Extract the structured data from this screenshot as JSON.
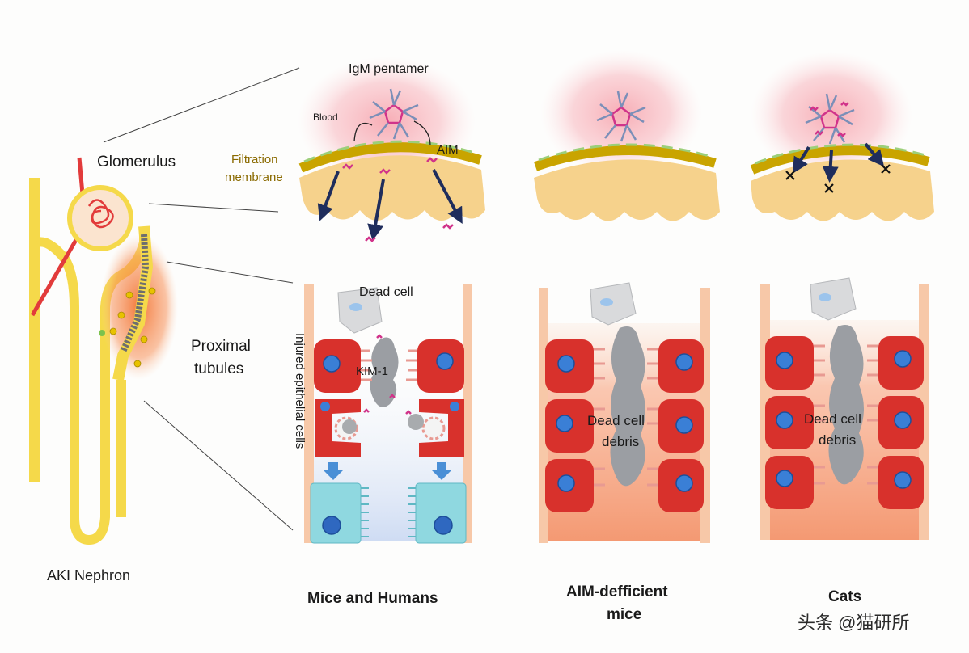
{
  "labels": {
    "glomerulus": "Glomerulus",
    "proximal_1": "Proximal",
    "proximal_2": "tubules",
    "aki_nephron": "AKI Nephron",
    "igm_pentamer": "IgM pentamer",
    "blood": "Blood",
    "aim": "AIM",
    "filtration_1": "Filtration",
    "filtration_2": "membrane",
    "dead_cell": "Dead cell",
    "kim1": "KIM-1",
    "injured_cells": "Injured epithelial cells",
    "debris_1": "Dead cell",
    "debris_2": "debris",
    "debris_3_1": "Dead cell",
    "debris_3_2": "debris"
  },
  "panels": {
    "mice_humans": "Mice and Humans",
    "aim_deficient_1": "AIM-defficient",
    "aim_deficient_2": "mice",
    "cats": "Cats"
  },
  "watermark": "头条 @猫研所",
  "colors": {
    "tubule_yellow": "#f5d94a",
    "cell_red": "#d8312c",
    "nucleus_blue": "#3a7fd6",
    "membrane_gold": "#c9a400",
    "glow_pink": "#f7b6bd",
    "arrow_navy": "#1f2d5c",
    "aim_magenta": "#d1338a",
    "new_cell_cyan": "#8fd8e0"
  }
}
